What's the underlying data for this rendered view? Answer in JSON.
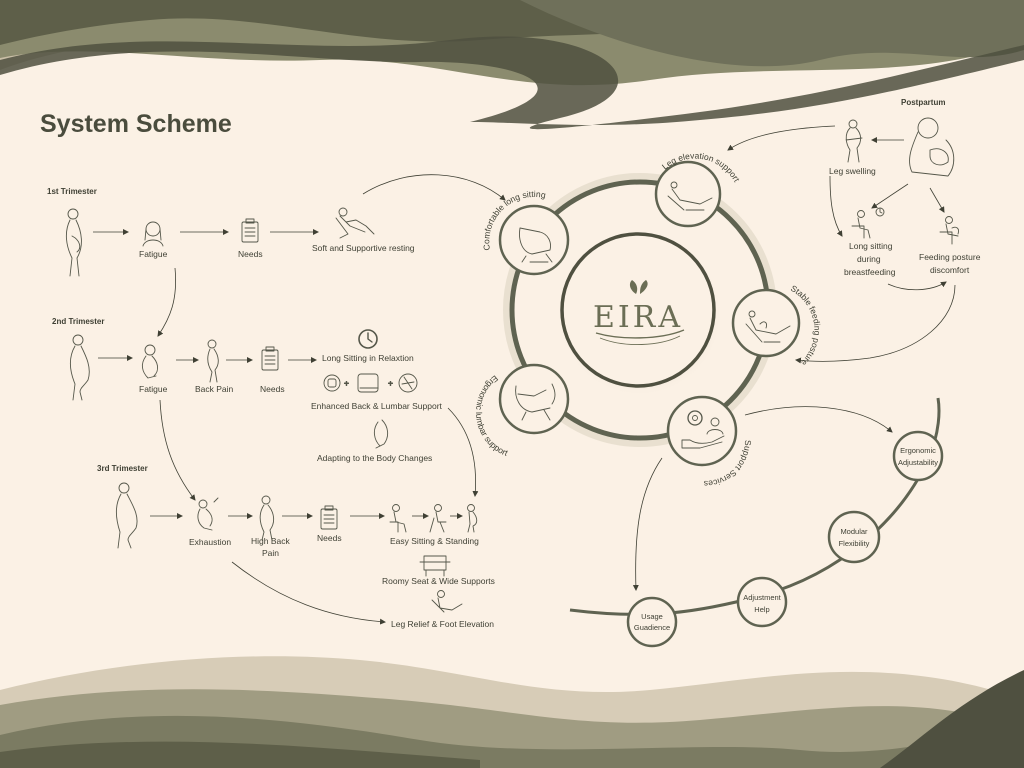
{
  "title": "System Scheme",
  "logo": {
    "text": "EIRA"
  },
  "trimesters": [
    {
      "label": "1st Trimester"
    },
    {
      "label": "2nd Trimester"
    },
    {
      "label": "3rd Trimester"
    }
  ],
  "flow": {
    "t1": {
      "fatigue": "Fatigue",
      "needs": "Needs",
      "result": "Soft and Supportive resting"
    },
    "t2": {
      "fatigue": "Fatigue",
      "back_pain": "Back Pain",
      "needs": "Needs",
      "r1": "Long Sitting in Relaxtion",
      "r2": "Enhanced Back & Lumbar Support",
      "r3": "Adapting to the Body Changes"
    },
    "t3": {
      "exhaustion": "Exhaustion",
      "back_pain_1": "High Back",
      "back_pain_2": "Pain",
      "needs": "Needs",
      "r1": "Easy Sitting & Standing",
      "r2": "Roomy Seat & Wide Supports",
      "r3": "Leg Relief & Foot Elevation"
    }
  },
  "postpartum": {
    "label": "Postpartum",
    "leg_swelling": "Leg swelling",
    "long_sitting_1": "Long sitting",
    "long_sitting_2": "during",
    "long_sitting_3": "breastfeeding",
    "feeding_1": "Feeding posture",
    "feeding_2": "discomfort"
  },
  "ring_features": {
    "comfortable": "Comfortable long sitting",
    "leg_elevation": "Leg elevation support",
    "stable_feeding": "Stable feeding posture",
    "support_services": "Support Services",
    "lumbar": "Ergonomic lumbar support"
  },
  "services": {
    "usage_1": "Usage",
    "usage_2": "Guadience",
    "adjust_1": "Adjustment",
    "adjust_2": "Help",
    "modular_1": "Modular",
    "modular_2": "Flexibility",
    "ergo_1": "Ergonomic",
    "ergo_2": "Adjustability"
  },
  "colors": {
    "background": "#fbf1e5",
    "wave_dark": "#5e5f49",
    "wave_mid": "#8b8b6e",
    "wave_light": "#c9bea6",
    "accent": "#5f6351"
  }
}
